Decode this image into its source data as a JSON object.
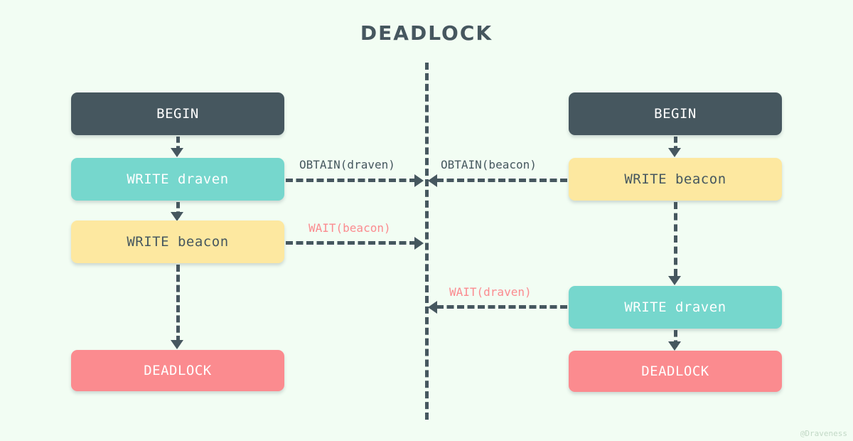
{
  "title": "DEADLOCK",
  "background_color": "#f2fdf3",
  "palette": {
    "dark": "#46575f",
    "teal": "#76d7cd",
    "yellow": "#fde8a0",
    "salmon": "#fb8b8f",
    "white": "#ffffff",
    "watermark": "#c2d9c6"
  },
  "watermark": "@Draveness",
  "left_column": {
    "nodes": [
      {
        "id": "left-begin",
        "label": "BEGIN",
        "color": "dark"
      },
      {
        "id": "left-write-draven",
        "label": "WRITE draven",
        "color": "teal"
      },
      {
        "id": "left-write-beacon",
        "label": "WRITE beacon",
        "color": "yellow"
      },
      {
        "id": "left-deadlock",
        "label": "DEADLOCK",
        "color": "salmon"
      }
    ]
  },
  "right_column": {
    "nodes": [
      {
        "id": "right-begin",
        "label": "BEGIN",
        "color": "dark"
      },
      {
        "id": "right-write-beacon",
        "label": "WRITE beacon",
        "color": "yellow"
      },
      {
        "id": "right-write-draven",
        "label": "WRITE draven",
        "color": "teal"
      },
      {
        "id": "right-deadlock",
        "label": "DEADLOCK",
        "color": "salmon"
      }
    ]
  },
  "edge_labels": {
    "obtain_draven": "OBTAIN(draven)",
    "obtain_beacon": "OBTAIN(beacon)",
    "wait_beacon": "WAIT(beacon)",
    "wait_draven": "WAIT(draven)"
  }
}
